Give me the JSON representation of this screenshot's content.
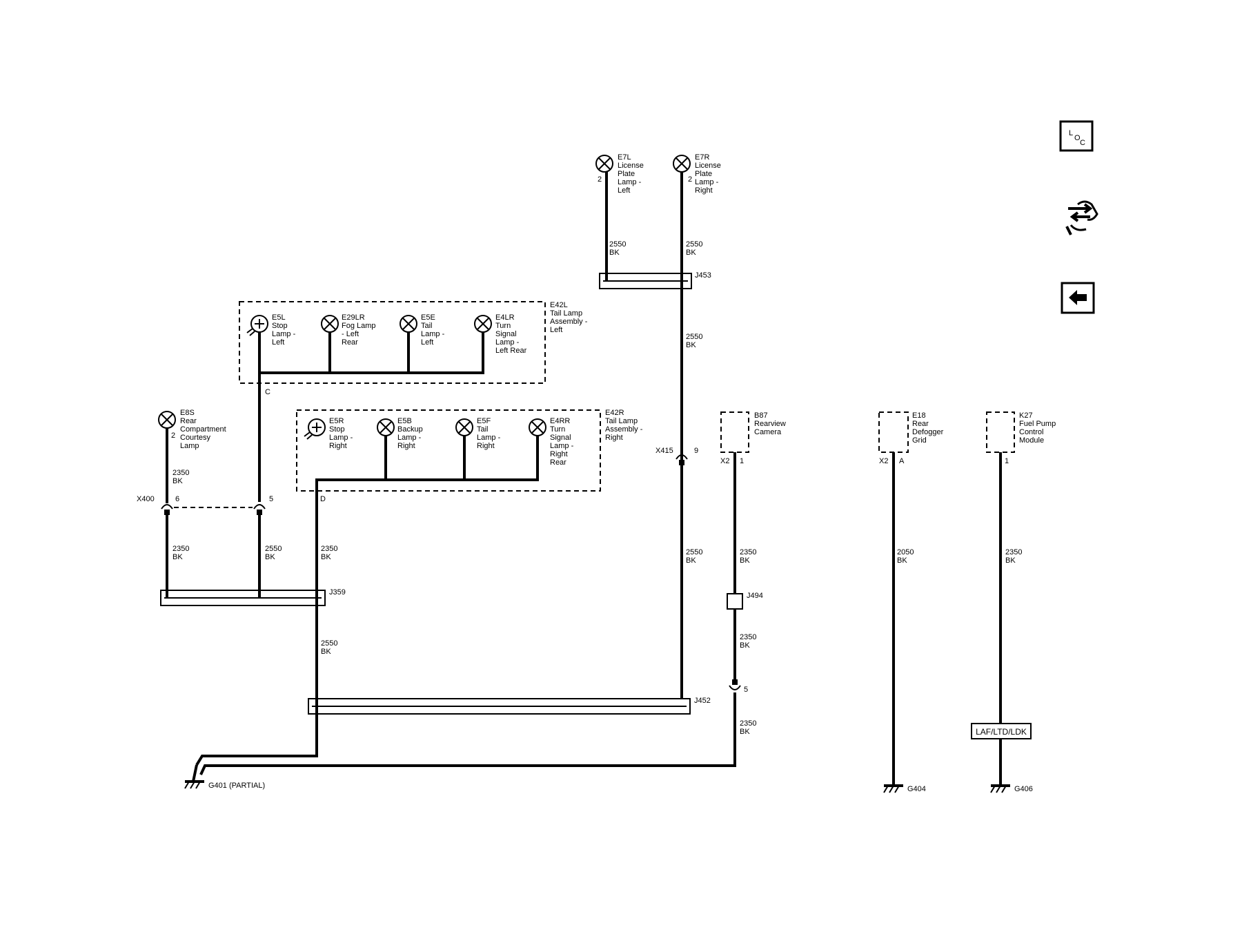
{
  "lamps": {
    "e7l": {
      "id": "E7L",
      "l1": "License",
      "l2": "Plate",
      "l3": "Lamp -",
      "l4": "Left",
      "pin": "2"
    },
    "e7r": {
      "id": "E7R",
      "l1": "License",
      "l2": "Plate",
      "l3": "Lamp -",
      "l4": "Right",
      "pin": "2"
    },
    "e5l": {
      "id": "E5L",
      "l1": "Stop",
      "l2": "Lamp -",
      "l3": "Left"
    },
    "e29lr": {
      "id": "E29LR",
      "l1": "Fog Lamp",
      "l2": "- Left",
      "l3": "Rear"
    },
    "e5e": {
      "id": "E5E",
      "l1": "Tail",
      "l2": "Lamp -",
      "l3": "Left"
    },
    "e4lr": {
      "id": "E4LR",
      "l1": "Turn",
      "l2": "Signal",
      "l3": "Lamp -",
      "l4": "Left Rear"
    },
    "e8s": {
      "id": "E8S",
      "l1": "Rear",
      "l2": "Compartment",
      "l3": "Courtesy",
      "l4": "Lamp",
      "pin": "2"
    },
    "e5r": {
      "id": "E5R",
      "l1": "Stop",
      "l2": "Lamp -",
      "l3": "Right"
    },
    "e5b": {
      "id": "E5B",
      "l1": "Backup",
      "l2": "Lamp -",
      "l3": "Right"
    },
    "e5f": {
      "id": "E5F",
      "l1": "Tail",
      "l2": "Lamp -",
      "l3": "Right"
    },
    "e4rr": {
      "id": "E4RR",
      "l1": "Turn",
      "l2": "Signal",
      "l3": "Lamp -",
      "l4": "Right",
      "l5": "Rear"
    }
  },
  "assemblies": {
    "e42l": {
      "id": "E42L",
      "l1": "Tail Lamp",
      "l2": "Assembly -",
      "l3": "Left",
      "pin": "C"
    },
    "e42r": {
      "id": "E42R",
      "l1": "Tail Lamp",
      "l2": "Assembly -",
      "l3": "Right",
      "pin": "D"
    }
  },
  "modules": {
    "b87": {
      "id": "B87",
      "l1": "Rearview",
      "l2": "Camera",
      "conn": "X2",
      "pin": "1"
    },
    "e18": {
      "id": "E18",
      "l1": "Rear",
      "l2": "Defogger",
      "l3": "Grid",
      "conn": "X2",
      "pin": "A"
    },
    "k27": {
      "id": "K27",
      "l1": "Fuel Pump",
      "l2": "Control",
      "l3": "Module",
      "pin": "1"
    }
  },
  "wires": {
    "w_e7l_up": {
      "circuit": "2550",
      "color": "BK"
    },
    "w_e7r_up": {
      "circuit": "2550",
      "color": "BK"
    },
    "w_j453_down": {
      "circuit": "2550",
      "color": "BK"
    },
    "w_e8s": {
      "circuit": "2350",
      "color": "BK"
    },
    "w_x400_6": {
      "circuit": "2350",
      "color": "BK"
    },
    "w_x400_5": {
      "circuit": "2550",
      "color": "BK"
    },
    "w_e42r": {
      "circuit": "2350",
      "color": "BK"
    },
    "w_j359_down": {
      "circuit": "2550",
      "color": "BK"
    },
    "w_x415": {
      "circuit": "2550",
      "color": "BK"
    },
    "w_b87": {
      "circuit": "2350",
      "color": "BK"
    },
    "w_j494": {
      "circuit": "2350",
      "color": "BK"
    },
    "w_cam_g401": {
      "circuit": "2350",
      "color": "BK"
    },
    "w_e18": {
      "circuit": "2050",
      "color": "BK"
    },
    "w_k27": {
      "circuit": "2350",
      "color": "BK"
    }
  },
  "connectors": {
    "x400": {
      "id": "X400",
      "pin_a": "6",
      "pin_b": "5"
    },
    "x415": {
      "id": "X415",
      "pin": "9"
    },
    "inline_5": {
      "pin": "5"
    }
  },
  "splices": {
    "j453": "J453",
    "j359": "J359",
    "j452": "J452",
    "j494": "J494"
  },
  "grounds": {
    "g401": "G401 (PARTIAL)",
    "g404": "G404",
    "g406": "G406"
  },
  "options": {
    "laf": "LAF/LTD/LDK"
  },
  "nav": {
    "loc_icon": "location-icon",
    "connector_icon": "connector-view-icon",
    "back_icon": "back-arrow-icon",
    "loc_letters": [
      "L",
      "O",
      "C"
    ]
  }
}
